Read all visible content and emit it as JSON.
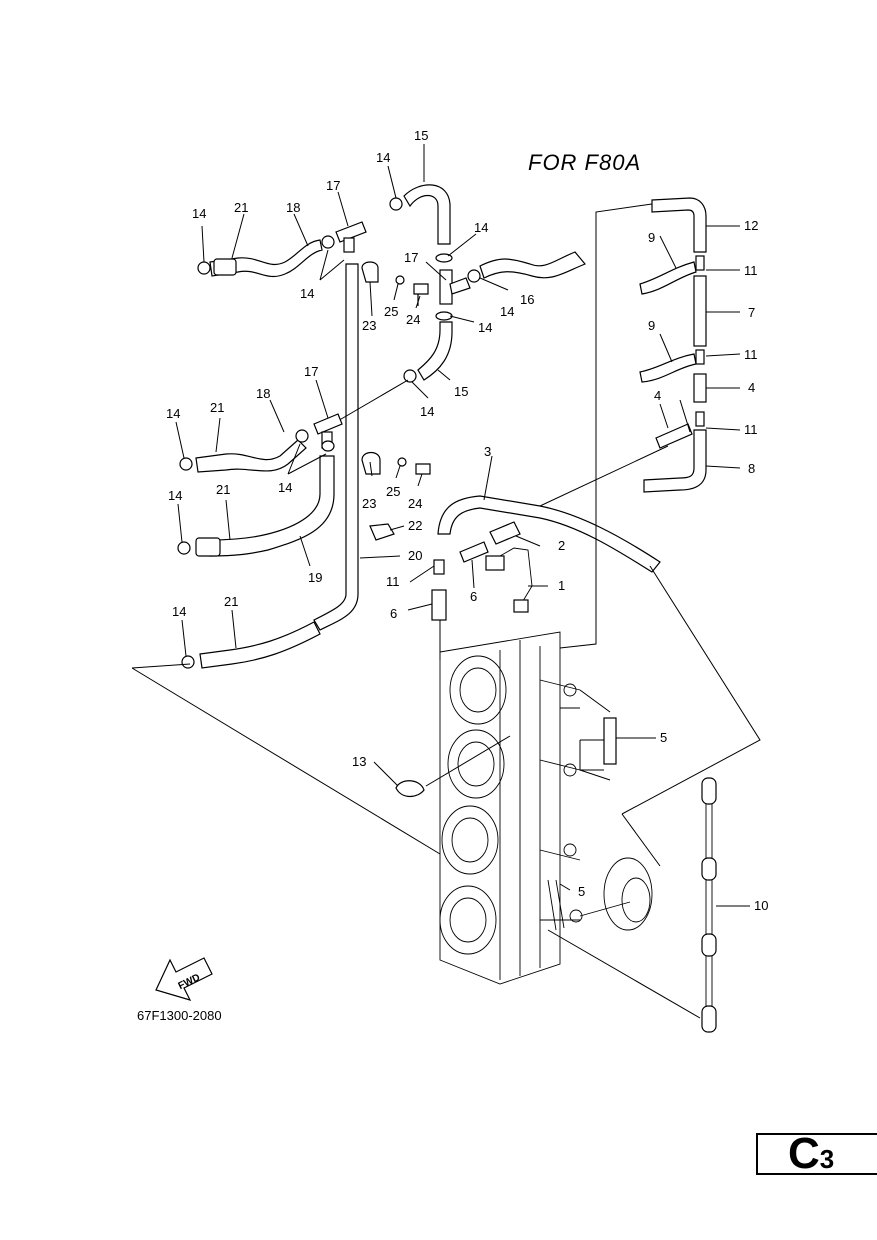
{
  "header": {
    "title": "FOR  F80A"
  },
  "footer": {
    "drawing_code": "67F1300-2080",
    "page_letter": "C",
    "page_number": "3"
  },
  "fwd_label": "FWD",
  "callouts": [
    {
      "id": "c1",
      "text": "1"
    },
    {
      "id": "c2",
      "text": "2"
    },
    {
      "id": "c3",
      "text": "3"
    },
    {
      "id": "c4a",
      "text": "4"
    },
    {
      "id": "c4b",
      "text": "4"
    },
    {
      "id": "c5a",
      "text": "5"
    },
    {
      "id": "c5b",
      "text": "5"
    },
    {
      "id": "c6a",
      "text": "6"
    },
    {
      "id": "c6b",
      "text": "6"
    },
    {
      "id": "c7",
      "text": "7"
    },
    {
      "id": "c8",
      "text": "8"
    },
    {
      "id": "c9a",
      "text": "9"
    },
    {
      "id": "c9b",
      "text": "9"
    },
    {
      "id": "c10",
      "text": "10"
    },
    {
      "id": "c11a",
      "text": "11"
    },
    {
      "id": "c11b",
      "text": "11"
    },
    {
      "id": "c11c",
      "text": "11"
    },
    {
      "id": "c11d",
      "text": "11"
    },
    {
      "id": "c12",
      "text": "12"
    },
    {
      "id": "c13",
      "text": "13"
    },
    {
      "id": "c14a",
      "text": "14"
    },
    {
      "id": "c14b",
      "text": "14"
    },
    {
      "id": "c14c",
      "text": "14"
    },
    {
      "id": "c14d",
      "text": "14"
    },
    {
      "id": "c14e",
      "text": "14"
    },
    {
      "id": "c14f",
      "text": "14"
    },
    {
      "id": "c14g",
      "text": "14"
    },
    {
      "id": "c14h",
      "text": "14"
    },
    {
      "id": "c14i",
      "text": "14"
    },
    {
      "id": "c14j",
      "text": "14"
    },
    {
      "id": "c14k",
      "text": "14"
    },
    {
      "id": "c15a",
      "text": "15"
    },
    {
      "id": "c15b",
      "text": "15"
    },
    {
      "id": "c16",
      "text": "16"
    },
    {
      "id": "c17a",
      "text": "17"
    },
    {
      "id": "c17b",
      "text": "17"
    },
    {
      "id": "c17c",
      "text": "17"
    },
    {
      "id": "c18a",
      "text": "18"
    },
    {
      "id": "c18b",
      "text": "18"
    },
    {
      "id": "c19",
      "text": "19"
    },
    {
      "id": "c20",
      "text": "20"
    },
    {
      "id": "c21a",
      "text": "21"
    },
    {
      "id": "c21b",
      "text": "21"
    },
    {
      "id": "c21c",
      "text": "21"
    },
    {
      "id": "c21d",
      "text": "21"
    },
    {
      "id": "c22",
      "text": "22"
    },
    {
      "id": "c23a",
      "text": "23"
    },
    {
      "id": "c23b",
      "text": "23"
    },
    {
      "id": "c24a",
      "text": "24"
    },
    {
      "id": "c24b",
      "text": "24"
    },
    {
      "id": "c25a",
      "text": "25"
    },
    {
      "id": "c25b",
      "text": "25"
    }
  ]
}
